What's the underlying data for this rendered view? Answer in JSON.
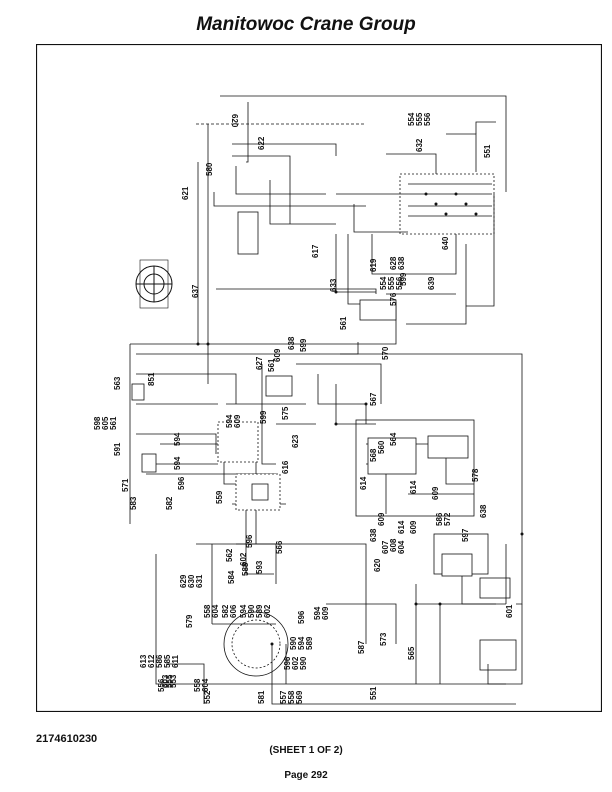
{
  "header": {
    "title": "Manitowoc Crane Group"
  },
  "footer": {
    "doc_number": "2174610230",
    "sheet": "(SHEET 1 OF 2)",
    "page": "Page 292"
  },
  "diagram": {
    "wire_labels": {
      "w620": "620",
      "w622": "622",
      "w580": "580",
      "w621": "621",
      "w637": "637",
      "w617": "617",
      "w633": "633",
      "w619": "619",
      "w632": "632",
      "w551a": "551",
      "w554": "554",
      "w555": "555",
      "w556": "556",
      "w628": "628",
      "w638a": "638",
      "w576": "576",
      "w599a": "599",
      "w639": "639",
      "w640": "640",
      "w561a": "561",
      "w570": "570",
      "w627": "627",
      "w561b": "561",
      "w609a": "609",
      "w638b": "638",
      "w599b": "599",
      "w563": "563",
      "w851": "851",
      "w598": "598",
      "w605": "605",
      "w561c": "561",
      "w594a": "594",
      "w609b": "609",
      "w599c": "599",
      "w575": "575",
      "w567": "567",
      "w623": "623",
      "w616": "616",
      "w591": "591",
      "w594b": "594",
      "w594c": "594",
      "w571": "571",
      "w596a": "596",
      "w583": "583",
      "w559": "559",
      "w582": "582",
      "w568": "568",
      "w560": "560",
      "w564": "564",
      "w614a": "614",
      "w614b": "614",
      "w578": "578",
      "w609c": "609",
      "w586": "586",
      "w572": "572",
      "w597": "597",
      "w638c": "638",
      "w638d": "638",
      "w609d": "609",
      "w620b": "620",
      "w607": "607",
      "w608": "608",
      "w614c": "614",
      "w604a": "604",
      "w609e": "609",
      "w566": "566",
      "w596b": "596",
      "w562": "562",
      "w602a": "602",
      "w584": "584",
      "w588": "588",
      "w593": "593",
      "w629": "629",
      "w630": "630",
      "w631": "631",
      "w558a": "558",
      "w604b": "604",
      "w582b": "582",
      "w606": "606",
      "w594d": "594",
      "w590a": "590",
      "w589": "589",
      "w602b": "602",
      "w579": "579",
      "w613": "613",
      "w612": "612",
      "w586b": "586",
      "w585": "585",
      "w611": "611",
      "w603": "603",
      "w553": "553",
      "w558b": "558",
      "w604c": "604",
      "w596c": "596",
      "w594e": "594",
      "w609f": "609",
      "w590b": "590",
      "w594f": "594",
      "w589b": "589",
      "w596d": "596",
      "w602c": "602",
      "w590c": "590",
      "w587": "587",
      "w573": "573",
      "w565": "565",
      "w601": "601",
      "w556b": "556",
      "w555b": "555",
      "w554b": "554",
      "w552": "552",
      "w581": "581",
      "w557": "557",
      "w558c": "558",
      "w569": "569",
      "w551b": "551"
    }
  }
}
